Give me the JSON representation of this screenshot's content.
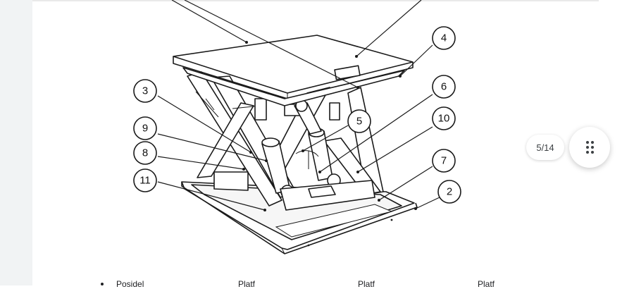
{
  "viewer": {
    "page_indicator": "5/14",
    "grid_button_icon": "grid-dots-icon"
  },
  "figure": {
    "callouts": [
      "2",
      "3",
      "4",
      "5",
      "6",
      "7",
      "8",
      "9",
      "10",
      "11"
    ]
  },
  "bottom_text": {
    "items": [
      "Posidel",
      "Platf",
      "Platf",
      "Platf"
    ]
  }
}
